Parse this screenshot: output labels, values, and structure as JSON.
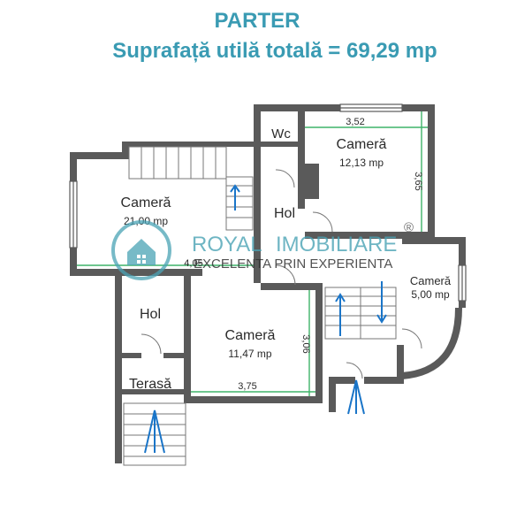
{
  "title": "PARTER",
  "subtitle": "Suprafață utilă totală = 69,29 mp",
  "rooms": {
    "r1": {
      "name": "Cameră",
      "area": "21,00 mp"
    },
    "r2": {
      "name": "Cameră",
      "area": "12,13 mp"
    },
    "r3": {
      "name": "Cameră",
      "area": "5,00 mp"
    },
    "r4": {
      "name": "Cameră",
      "area": "11,47 mp"
    },
    "wc": {
      "name": "Wc"
    },
    "hol1": {
      "name": "Hol"
    },
    "hol2": {
      "name": "Hol"
    },
    "terasa": {
      "name": "Terasă"
    }
  },
  "dimensions": {
    "d1": "3,52",
    "d2": "3,65",
    "d3": "4,05",
    "d4": "3,06",
    "d5": "3,75"
  },
  "watermark": {
    "brand1": "ROYAL",
    "brand2": "IMOBILIARE",
    "registered": "®",
    "tagline": "EXCELENTA PRIN EXPERIENTA"
  },
  "colors": {
    "title": "#3a9bb3",
    "wall": "#555555",
    "dimension_line": "#3fb36a",
    "arrow": "#1a75c8"
  }
}
